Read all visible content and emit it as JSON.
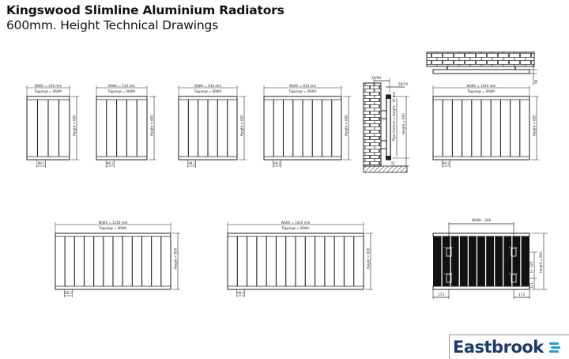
{
  "header": {
    "title": "Kingswood Slimline Aluminium Radiators",
    "subtitle": "600mm. Height Technical Drawings"
  },
  "common_labels": {
    "tappings": "Tappings = Width",
    "height": "Height = 600",
    "section_pitch": "98.2"
  },
  "radiators": [
    {
      "width_label": "Width = 410 mm",
      "sections": 4
    },
    {
      "width_label": "Width = 510 mm",
      "sections": 5
    },
    {
      "width_label": "Width = 610 mm",
      "sections": 6
    },
    {
      "width_label": "Width = 810 mm",
      "sections": 8
    },
    {
      "width_label": "Width = 1010 mm",
      "sections": 10
    },
    {
      "width_label": "Width = 1210 mm",
      "sections": 12
    },
    {
      "width_label": "Width = 1410 mm",
      "sections": 14
    }
  ],
  "side_view": {
    "top_offset": "70/90",
    "wall_gap": "50/70",
    "pipe_centres": "Pipe Centres = Height - 30 mm",
    "height": "Height = 600",
    "bottom_gap": "15"
  },
  "plan_view": {
    "depth_label": "50"
  },
  "bracket_view": {
    "width_label": "Width - 346",
    "left_offset": "173",
    "right_offset": "173",
    "bracket_centres": "H - 325",
    "height": "Height = 600",
    "bottom_offset": "121"
  },
  "brand": {
    "name": "Eastbrook",
    "color": "#1d3a6e",
    "accent": "#1f9be0"
  }
}
